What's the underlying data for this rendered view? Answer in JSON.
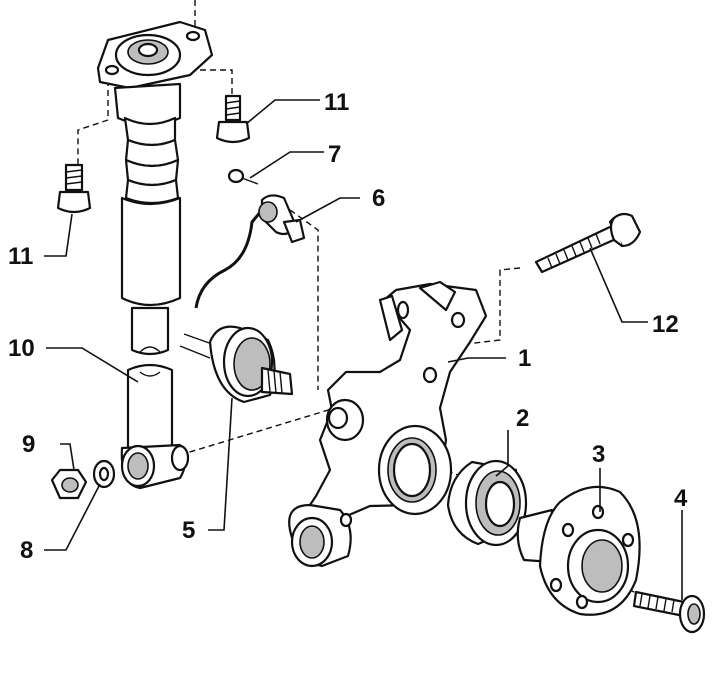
{
  "callouts": [
    {
      "id": "1",
      "text": "1"
    },
    {
      "id": "2",
      "text": "2"
    },
    {
      "id": "3",
      "text": "3"
    },
    {
      "id": "4",
      "text": "4"
    },
    {
      "id": "5",
      "text": "5"
    },
    {
      "id": "6",
      "text": "6"
    },
    {
      "id": "7",
      "text": "7"
    },
    {
      "id": "8",
      "text": "8"
    },
    {
      "id": "9",
      "text": "9"
    },
    {
      "id": "10",
      "text": "10"
    },
    {
      "id": "11a",
      "text": "11"
    },
    {
      "id": "11b",
      "text": "11"
    },
    {
      "id": "12",
      "text": "12"
    }
  ]
}
